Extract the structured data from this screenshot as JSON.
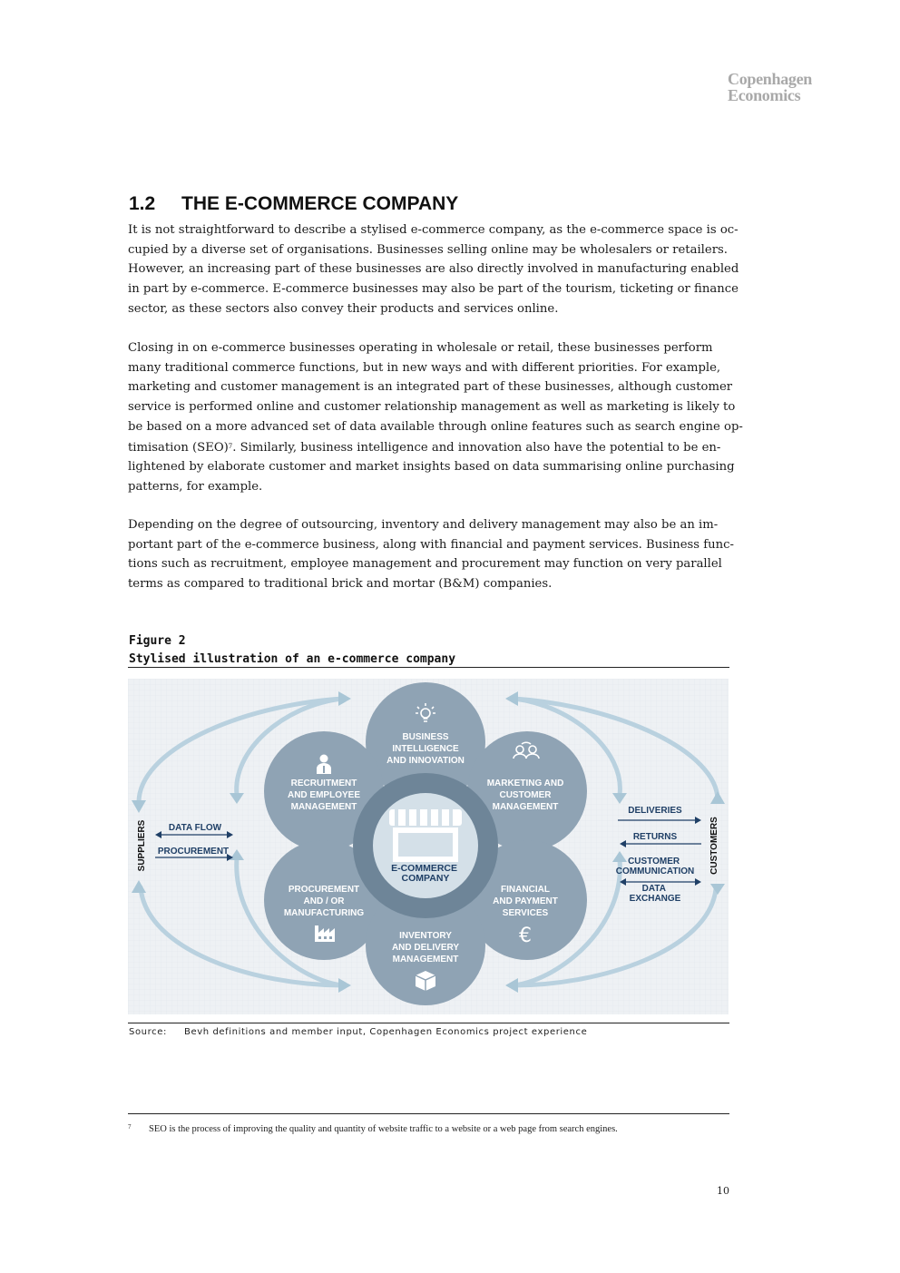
{
  "header": {
    "logo_line1": "Copenhagen",
    "logo_line2": "Economics"
  },
  "section": {
    "number": "1.2",
    "title": "THE E-COMMERCE COMPANY"
  },
  "paragraphs": [
    {
      "lines": [
        "It is not straightforward to describe a stylised e-commerce company, as the e-commerce space is oc-",
        "cupied by a diverse set of organisations. Businesses selling online may be wholesalers or retailers.",
        "However, an increasing part of these businesses are also directly involved in manufacturing enabled",
        "in part by e-commerce. E-commerce businesses may also be part of the tourism, ticketing or finance",
        "sector, as these sectors also convey their products and services online."
      ]
    },
    {
      "lines": [
        "Closing in on e-commerce businesses operating in wholesale or retail, these businesses perform",
        "many traditional commerce functions, but in new ways and with different priorities. For example,",
        "marketing and customer management is an integrated part of these businesses, although customer",
        "service is performed online and customer relationship management as well as marketing is likely to",
        "be based on a more advanced set of data available through online features such as search engine op-"
      ],
      "fn_line_before": "timisation (SEO)",
      "fn_ref": "7",
      "fn_line_after": ". Similarly, business intelligence and innovation also have the potential to be en-",
      "lines_after": [
        "lightened by elaborate customer and market insights based on data summarising online purchasing",
        "patterns, for example."
      ]
    },
    {
      "lines": [
        "Depending on the degree of outsourcing, inventory and delivery management may also be an im-",
        "portant part of the e-commerce business, along with financial and payment services. Business func-",
        "tions such as recruitment, employee management and procurement may function on very parallel",
        "terms as compared to traditional brick and mortar (B&M) companies."
      ]
    }
  ],
  "figure": {
    "label": "Figure 2",
    "title": "Stylised illustration of an e-commerce company",
    "diagram": {
      "center": [
        "E-COMMERCE",
        "COMPANY"
      ],
      "circles": {
        "top": [
          "BUSINESS",
          "INTELLIGENCE",
          "AND INNOVATION"
        ],
        "upper_left": [
          "RECRUITMENT",
          "AND EMPLOYEE",
          "MANAGEMENT"
        ],
        "upper_right": [
          "MARKETING AND",
          "CUSTOMER",
          "MANAGEMENT"
        ],
        "lower_left": [
          "PROCUREMENT",
          "AND / OR",
          "MANUFACTURING"
        ],
        "lower_right": [
          "FINANCIAL",
          "AND PAYMENT",
          "SERVICES"
        ],
        "bottom": [
          "INVENTORY",
          "AND DELIVERY",
          "MANAGEMENT"
        ]
      },
      "left_side": {
        "label": "SUPPLIERS",
        "flows": [
          "DATA FLOW",
          "PROCUREMENT"
        ]
      },
      "right_side": {
        "label": "CUSTOMERS",
        "flows": [
          "DELIVERIES",
          "RETURNS"
        ],
        "flow3": [
          "CUSTOMER",
          "COMMUNICATION"
        ],
        "flow4": [
          "DATA",
          "EXCHANGE"
        ]
      },
      "icons": {
        "top": "lightbulb-icon",
        "upper_left": "person-icon",
        "upper_right": "customer-support-icon",
        "lower_left": "factory-icon",
        "lower_right": "euro-icon",
        "bottom": "box-icon",
        "center": "storefront-icon"
      },
      "colors": {
        "circle": "#8fa3b4",
        "overlap": "#687f93",
        "center": "#c6d5df",
        "ring": "#b9d1df",
        "arrow_text": "#1f3f66"
      }
    }
  },
  "source": {
    "label": "Source:",
    "text": "Bevh definitions and member input, Copenhagen Economics project experience"
  },
  "footnote": {
    "marker": "7",
    "text": "SEO is the process of improving the quality and quantity of website traffic to a website or a web page from search engines."
  },
  "page_number": "10"
}
